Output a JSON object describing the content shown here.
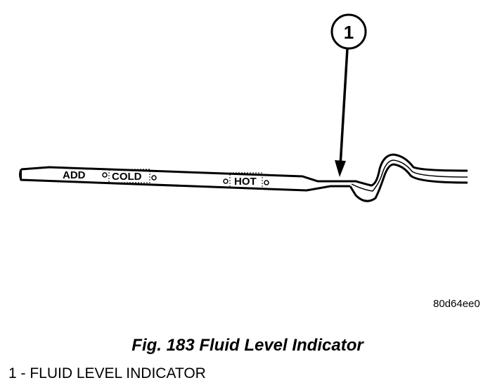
{
  "diagram": {
    "marks": {
      "add": "ADD",
      "cold": "COLD",
      "hot": "HOT"
    },
    "callout_number": "1",
    "image_code": "80d64ee0"
  },
  "figure": {
    "title": "Fig. 183 Fluid Level Indicator",
    "legend": "1 - FLUID LEVEL INDICATOR"
  }
}
